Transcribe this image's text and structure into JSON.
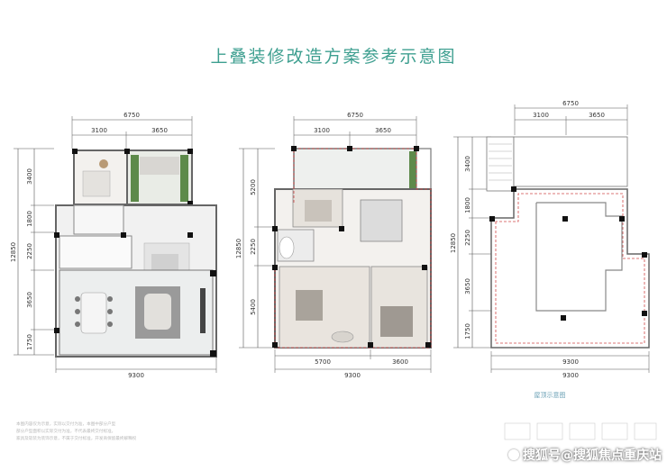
{
  "title": "上叠装修改造方案参考示意图",
  "caption": "屋顶示意图",
  "watermark": "搜狐号@搜狐焦点重庆站",
  "notes": [
    "本图内容仅为示意，实际以交付为准，本图中部分户型",
    "部分户型面积以实际交付为准，不代表最终交付标准，",
    "家具及软装为装饰示意，不属于交付标准，开发商保留最终解释权"
  ],
  "colors": {
    "title": "#3e9f90",
    "wall": "#6b6b6b",
    "dashed": "#d04848",
    "green": "#5d8a4a"
  },
  "plans": [
    {
      "name": "floor1",
      "top": [
        "6750",
        "3100",
        "3650"
      ],
      "bottom": [
        "9300"
      ],
      "left": [
        "12850",
        "3400",
        "1800",
        "2250",
        "3650",
        "1750"
      ]
    },
    {
      "name": "floor2",
      "top": [
        "6750",
        "3100",
        "3650"
      ],
      "bottom": [
        "5700",
        "3600",
        "9300"
      ],
      "left": [
        "12850",
        "5200",
        "2250",
        "5400"
      ]
    },
    {
      "name": "roof",
      "top": [
        "6750",
        "3100",
        "3650"
      ],
      "bottom": [
        "9300",
        "9300"
      ],
      "left": [
        "12850",
        "3400",
        "1800",
        "2250",
        "3650",
        "1750"
      ]
    }
  ]
}
